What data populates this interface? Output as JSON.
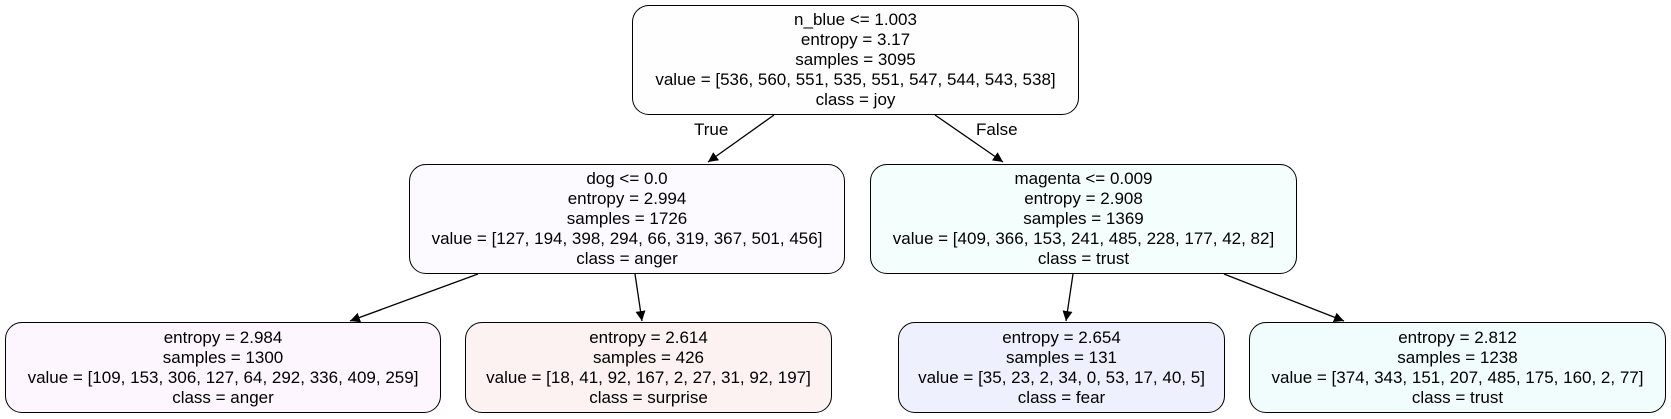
{
  "colors": {
    "root_fill": "#fffeff",
    "n1_fill": "#fcfaff",
    "n2_fill": "#f4fefd",
    "n3_fill": "#fdf6fe",
    "n4_fill": "#fcf2f2",
    "n5_fill": "#eef0fd",
    "n6_fill": "#f0fdfc",
    "border": "#000000",
    "edge": "#000000"
  },
  "edges": {
    "true_label": "True",
    "false_label": "False"
  },
  "nodes": {
    "root": {
      "split": "n_blue <= 1.003",
      "entropy": "entropy = 3.17",
      "samples": "samples = 3095",
      "value": "value = [536, 560, 551, 535, 551, 547, 544, 543, 538]",
      "class": "class = joy"
    },
    "left": {
      "split": "dog <= 0.0",
      "entropy": "entropy = 2.994",
      "samples": "samples = 1726",
      "value": "value = [127, 194, 398, 294, 66, 319, 367, 501, 456]",
      "class": "class = anger"
    },
    "right": {
      "split": "magenta <= 0.009",
      "entropy": "entropy = 2.908",
      "samples": "samples = 1369",
      "value": "value = [409, 366, 153, 241, 485, 228, 177, 42, 82]",
      "class": "class = trust"
    },
    "left_left": {
      "entropy": "entropy = 2.984",
      "samples": "samples = 1300",
      "value": "value = [109, 153, 306, 127, 64, 292, 336, 409, 259]",
      "class": "class = anger"
    },
    "left_right": {
      "entropy": "entropy = 2.614",
      "samples": "samples = 426",
      "value": "value = [18, 41, 92, 167, 2, 27, 31, 92, 197]",
      "class": "class = surprise"
    },
    "right_left": {
      "entropy": "entropy = 2.654",
      "samples": "samples = 131",
      "value": "value = [35, 23, 2, 34, 0, 53, 17, 40, 5]",
      "class": "class = fear"
    },
    "right_right": {
      "entropy": "entropy = 2.812",
      "samples": "samples = 1238",
      "value": "value = [374, 343, 151, 207, 485, 175, 160, 2, 77]",
      "class": "class = trust"
    }
  }
}
